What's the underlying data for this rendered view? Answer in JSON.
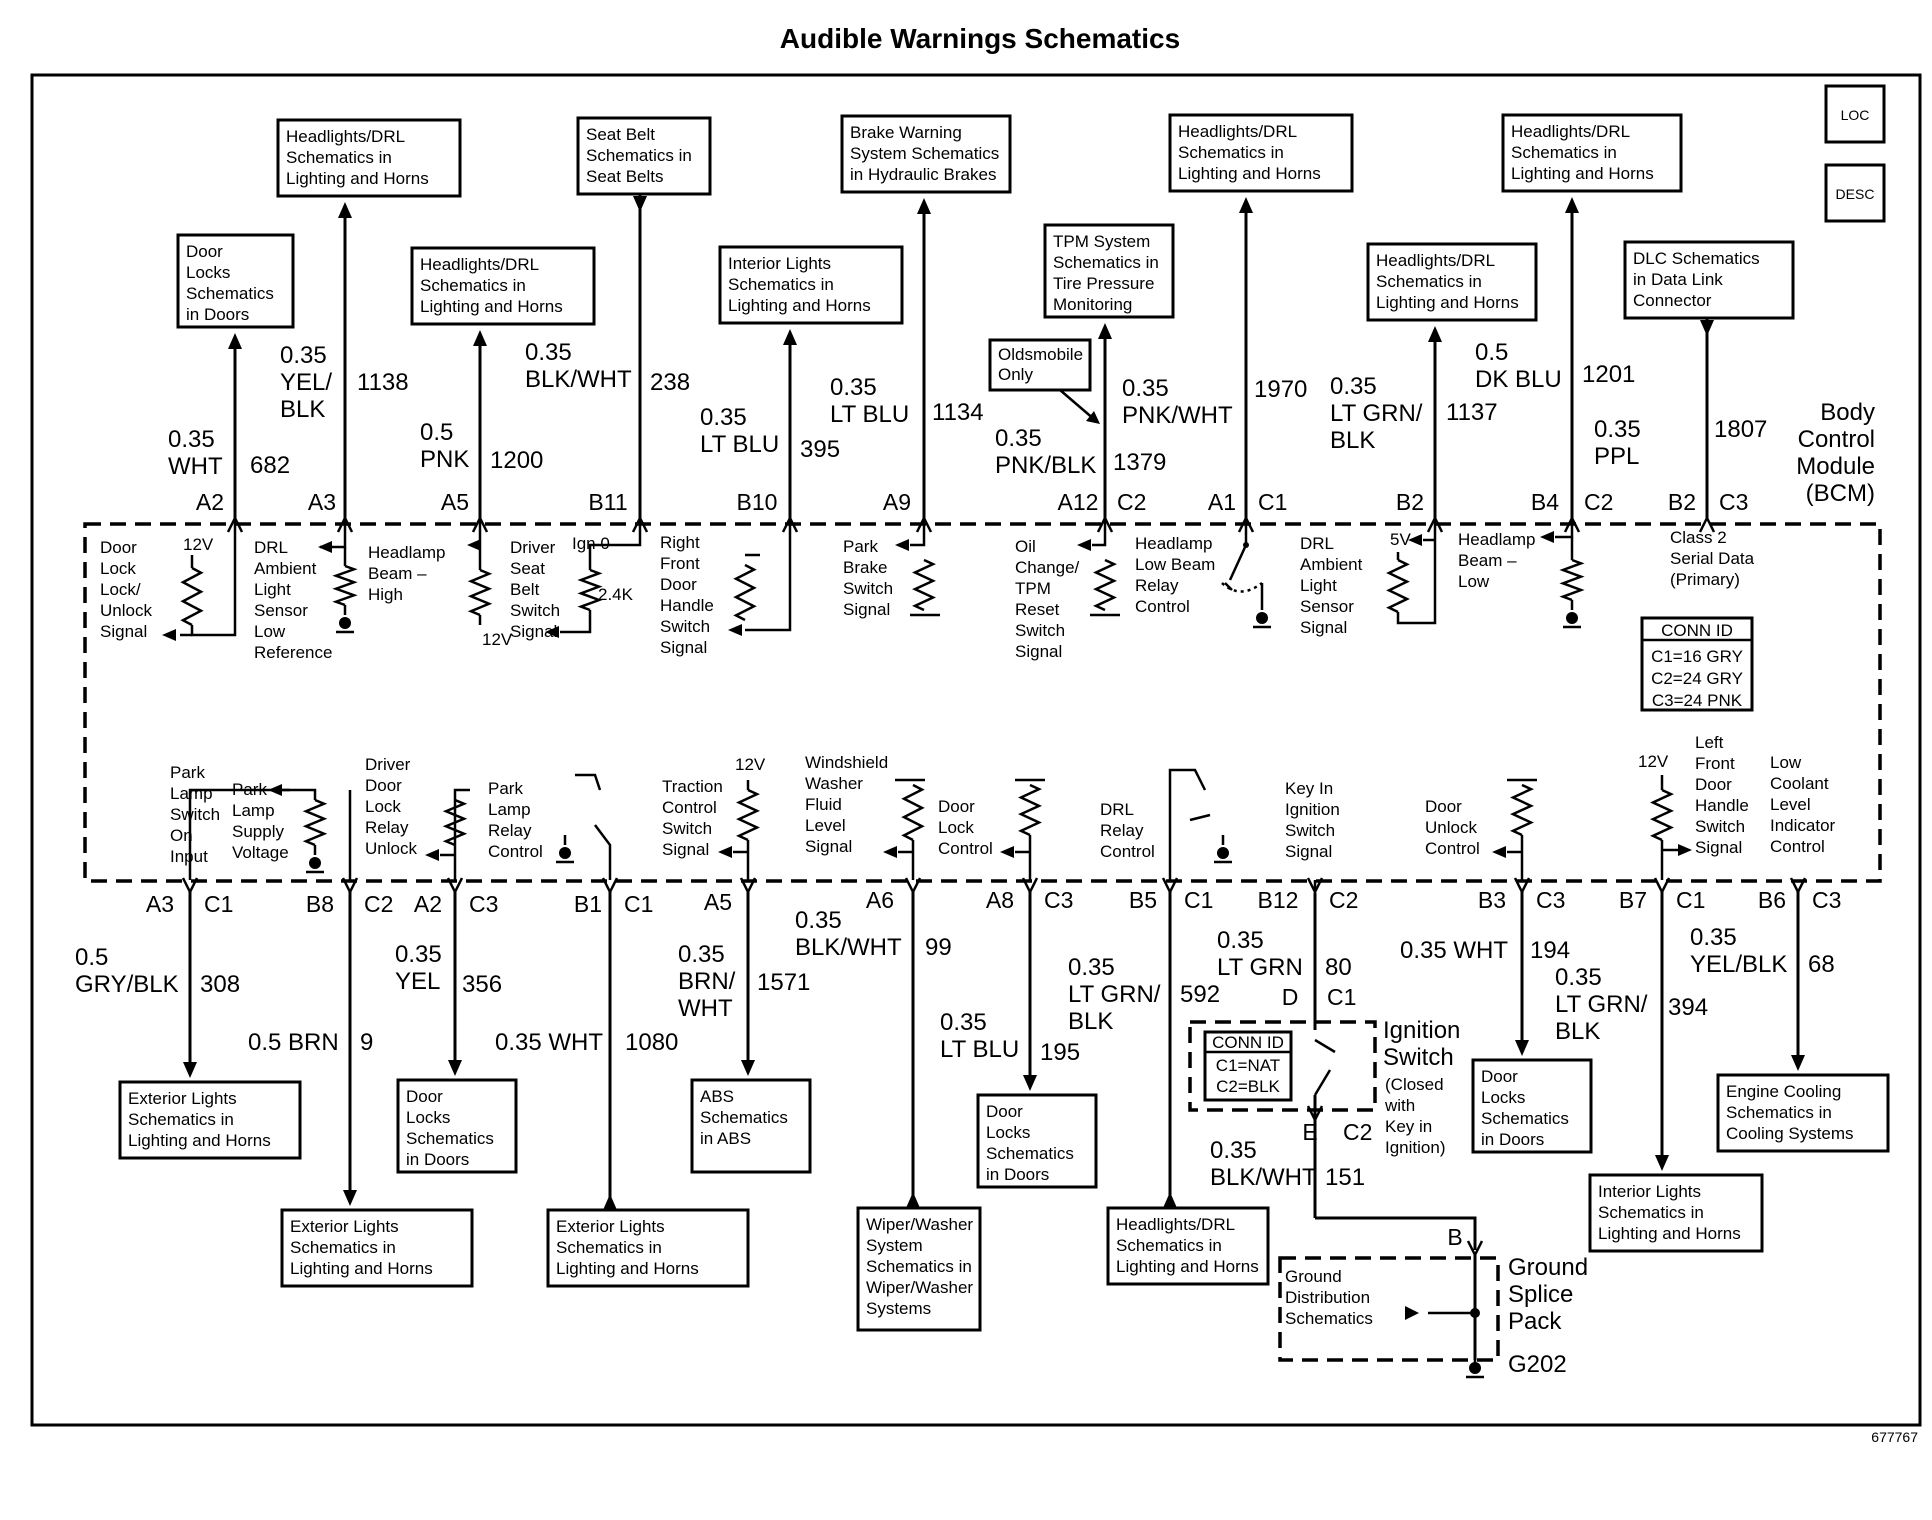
{
  "title": "Audible Warnings Schematics",
  "figure_number": "677767",
  "loc_icon": "LOC",
  "desc_icon": "DESC",
  "module": {
    "lines": [
      "Body",
      "Control",
      "Module",
      "(BCM)"
    ]
  },
  "conn_id_bcm": {
    "title": "CONN ID",
    "lines": [
      "C1=16 GRY",
      "C2=24 GRY",
      "C3=24 PNK"
    ]
  },
  "top_circuits": [
    {
      "pin": "A2",
      "conn": "",
      "gauge": "0.35",
      "color": "WHT",
      "circuit": "682",
      "dest": [
        "Door",
        "Locks",
        "Schematics",
        "in Doors"
      ]
    },
    {
      "pin": "A3",
      "conn": "",
      "gauge": "0.35",
      "color": "YEL/ BLK",
      "circuit": "1138",
      "dest": [
        "Headlights/DRL",
        "Schematics in",
        "Lighting and Horns"
      ]
    },
    {
      "pin": "A5",
      "conn": "",
      "gauge": "0.5",
      "color": "PNK",
      "circuit": "1200",
      "dest": [
        "Headlights/DRL",
        "Schematics in",
        "Lighting and Horns"
      ]
    },
    {
      "pin": "B11",
      "conn": "",
      "gauge": "0.35",
      "color": "BLK/WHT",
      "circuit": "238",
      "dest": [
        "Seat Belt",
        "Schematics in",
        "Seat Belts"
      ]
    },
    {
      "pin": "B10",
      "conn": "",
      "gauge": "0.35",
      "color": "LT BLU",
      "circuit": "395",
      "dest": [
        "Interior Lights",
        "Schematics in",
        "Lighting and Horns"
      ]
    },
    {
      "pin": "A9",
      "conn": "",
      "gauge": "0.35",
      "color": "LT BLU",
      "circuit": "1134",
      "dest": [
        "Brake Warning",
        "System Schematics",
        "in Hydraulic Brakes"
      ]
    },
    {
      "pin": "A12",
      "conn": "C2",
      "gauge": "0.35",
      "color": "PNK/BLK",
      "circuit": "1379",
      "dest": [
        "TPM System",
        "Schematics in",
        "Tire Pressure",
        "Monitoring"
      ]
    },
    {
      "pin": "A1",
      "conn": "C1",
      "gauge": "0.35",
      "color": "PNK/WHT",
      "circuit": "1970",
      "dest": [
        "Headlights/DRL",
        "Schematics in",
        "Lighting and Horns"
      ]
    },
    {
      "pin": "B2",
      "conn": "",
      "gauge": "0.35",
      "color": "LT GRN/ BLK",
      "circuit": "1137",
      "dest": [
        "Headlights/DRL",
        "Schematics in",
        "Lighting and Horns"
      ]
    },
    {
      "pin": "B4",
      "conn": "C2",
      "gauge": "0.5",
      "color": "DK BLU",
      "circuit": "1201",
      "dest": [
        "Headlights/DRL",
        "Schematics in",
        "Lighting and Horns"
      ]
    },
    {
      "pin": "B2",
      "conn": "C3",
      "gauge": "0.35",
      "color": "PPL",
      "circuit": "1807",
      "dest": [
        "DLC Schematics",
        "in Data Link",
        "Connector"
      ]
    }
  ],
  "oldsmobile_note": [
    "Oldsmobile",
    "Only"
  ],
  "internal_top": [
    {
      "label": [
        "Door",
        "Lock",
        "Lock/",
        "Unlock",
        "Signal"
      ],
      "volt": "12V"
    },
    {
      "label": [
        "DRL",
        "Ambient",
        "Light",
        "Sensor",
        "Low",
        "Reference"
      ]
    },
    {
      "label": [
        "Headlamp",
        "Beam –",
        "High"
      ]
    },
    {
      "label": [
        "Driver",
        "Seat",
        "Belt",
        "Switch",
        "Signal"
      ],
      "volt": "Ign 0",
      "volt2": "12V",
      "res": "2.4K"
    },
    {
      "label": [
        "Right",
        "Front",
        "Door",
        "Handle",
        "Switch",
        "Signal"
      ]
    },
    {
      "label": [
        "Park",
        "Brake",
        "Switch",
        "Signal"
      ]
    },
    {
      "label": [
        "Oil",
        "Change/",
        "TPM",
        "Reset",
        "Switch",
        "Signal"
      ]
    },
    {
      "label": [
        "Headlamp",
        "Low Beam",
        "Relay",
        "Control"
      ]
    },
    {
      "label": [
        "DRL",
        "Ambient",
        "Light",
        "Sensor",
        "Signal"
      ],
      "volt": "5V"
    },
    {
      "label": [
        "Headlamp",
        "Beam –",
        "Low"
      ]
    },
    {
      "label": [
        "Class 2",
        "Serial Data",
        "(Primary)"
      ]
    }
  ],
  "internal_bottom": [
    {
      "label": [
        "Park",
        "Lamp",
        "Switch",
        "On",
        "Input"
      ]
    },
    {
      "label": [
        "Park",
        "Lamp",
        "Supply",
        "Voltage"
      ]
    },
    {
      "label": [
        "Driver",
        "Door",
        "Lock",
        "Relay",
        "Unlock"
      ]
    },
    {
      "label": [
        "Park",
        "Lamp",
        "Relay",
        "Control"
      ]
    },
    {
      "label": [
        "Traction",
        "Control",
        "Switch",
        "Signal"
      ],
      "volt": "12V"
    },
    {
      "label": [
        "Windshield",
        "Washer",
        "Fluid",
        "Level",
        "Signal"
      ]
    },
    {
      "label": [
        "Door",
        "Lock",
        "Control"
      ]
    },
    {
      "label": [
        "DRL",
        "Relay",
        "Control"
      ]
    },
    {
      "label": [
        "Key In",
        "Ignition",
        "Switch",
        "Signal"
      ]
    },
    {
      "label": [
        "Door",
        "Unlock",
        "Control"
      ]
    },
    {
      "label": [
        "Left",
        "Front",
        "Door",
        "Handle",
        "Switch",
        "Signal"
      ],
      "volt": "12V"
    },
    {
      "label": [
        "Low",
        "Coolant",
        "Level",
        "Indicator",
        "Control"
      ]
    }
  ],
  "bottom_circuits": [
    {
      "pin": "A3",
      "conn": "C1",
      "gauge": "0.5",
      "color": "GRY/BLK",
      "circuit": "308",
      "dest": [
        "Exterior Lights",
        "Schematics in",
        "Lighting and Horns"
      ]
    },
    {
      "pin": "B8",
      "conn": "C2",
      "gauge": "0.5",
      "color": "BRN",
      "circuit": "9",
      "dest": [
        "Exterior Lights",
        "Schematics in",
        "Lighting and Horns"
      ]
    },
    {
      "pin": "A2",
      "conn": "C3",
      "gauge": "0.35",
      "color": "YEL",
      "circuit": "356",
      "dest": [
        "Door",
        "Locks",
        "Schematics",
        "in Doors"
      ]
    },
    {
      "pin": "B1",
      "conn": "C1",
      "gauge": "0.35",
      "color": "WHT",
      "circuit": "1080",
      "dest": [
        "Exterior Lights",
        "Schematics in",
        "Lighting and Horns"
      ]
    },
    {
      "pin": "A5",
      "conn": "",
      "gauge": "0.35",
      "color": "BRN/ WHT",
      "circuit": "1571",
      "dest": [
        "ABS",
        "Schematics",
        "in ABS"
      ]
    },
    {
      "pin": "A6",
      "conn": "",
      "gauge": "0.35",
      "color": "BLK/WHT",
      "circuit": "99",
      "dest": [
        "Wiper/Washer",
        "System",
        "Schematics in",
        "Wiper/Washer",
        "Systems"
      ]
    },
    {
      "pin": "A8",
      "conn": "C3",
      "gauge": "0.35",
      "color": "LT BLU",
      "circuit": "195",
      "dest": [
        "Door",
        "Locks",
        "Schematics",
        "in Doors"
      ]
    },
    {
      "pin": "B5",
      "conn": "C1",
      "gauge": "0.35",
      "color": "LT GRN/ BLK",
      "circuit": "592",
      "dest": [
        "Headlights/DRL",
        "Schematics in",
        "Lighting and Horns"
      ]
    },
    {
      "pin": "B12",
      "conn": "C2",
      "gauge": "0.35",
      "color": "LT GRN",
      "circuit": "80",
      "dest": []
    },
    {
      "pin": "B3",
      "conn": "C3",
      "gauge": "0.35",
      "color": "WHT",
      "circuit": "194",
      "dest": [
        "Door",
        "Locks",
        "Schematics",
        "in Doors"
      ]
    },
    {
      "pin": "B7",
      "conn": "C1",
      "gauge": "0.35",
      "color": "LT GRN/ BLK",
      "circuit": "394",
      "dest": [
        "Interior Lights",
        "Schematics in",
        "Lighting and Horns"
      ]
    },
    {
      "pin": "B6",
      "conn": "C3",
      "gauge": "0.35",
      "color": "YEL/BLK",
      "circuit": "68",
      "dest": [
        "Engine Cooling",
        "Schematics in",
        "Cooling Systems"
      ]
    }
  ],
  "ignition": {
    "pin_d": "D",
    "conn_c1": "C1",
    "pin_e": "E",
    "conn_c2": "C2",
    "conn_id": {
      "title": "CONN ID",
      "lines": [
        "C1=NAT",
        "C2=BLK"
      ]
    },
    "label": [
      "Ignition",
      "Switch"
    ],
    "note": [
      "(Closed",
      "with",
      "Key in",
      "Ignition)"
    ],
    "wire_gauge": "0.35",
    "wire_color": "BLK/WHT",
    "wire_circuit": "151"
  },
  "ground": {
    "pin": "B",
    "splice_label": [
      "Ground",
      "Splice",
      "Pack"
    ],
    "dest": [
      "Ground",
      "Distribution",
      "Schematics"
    ],
    "ground_id": "G202"
  }
}
